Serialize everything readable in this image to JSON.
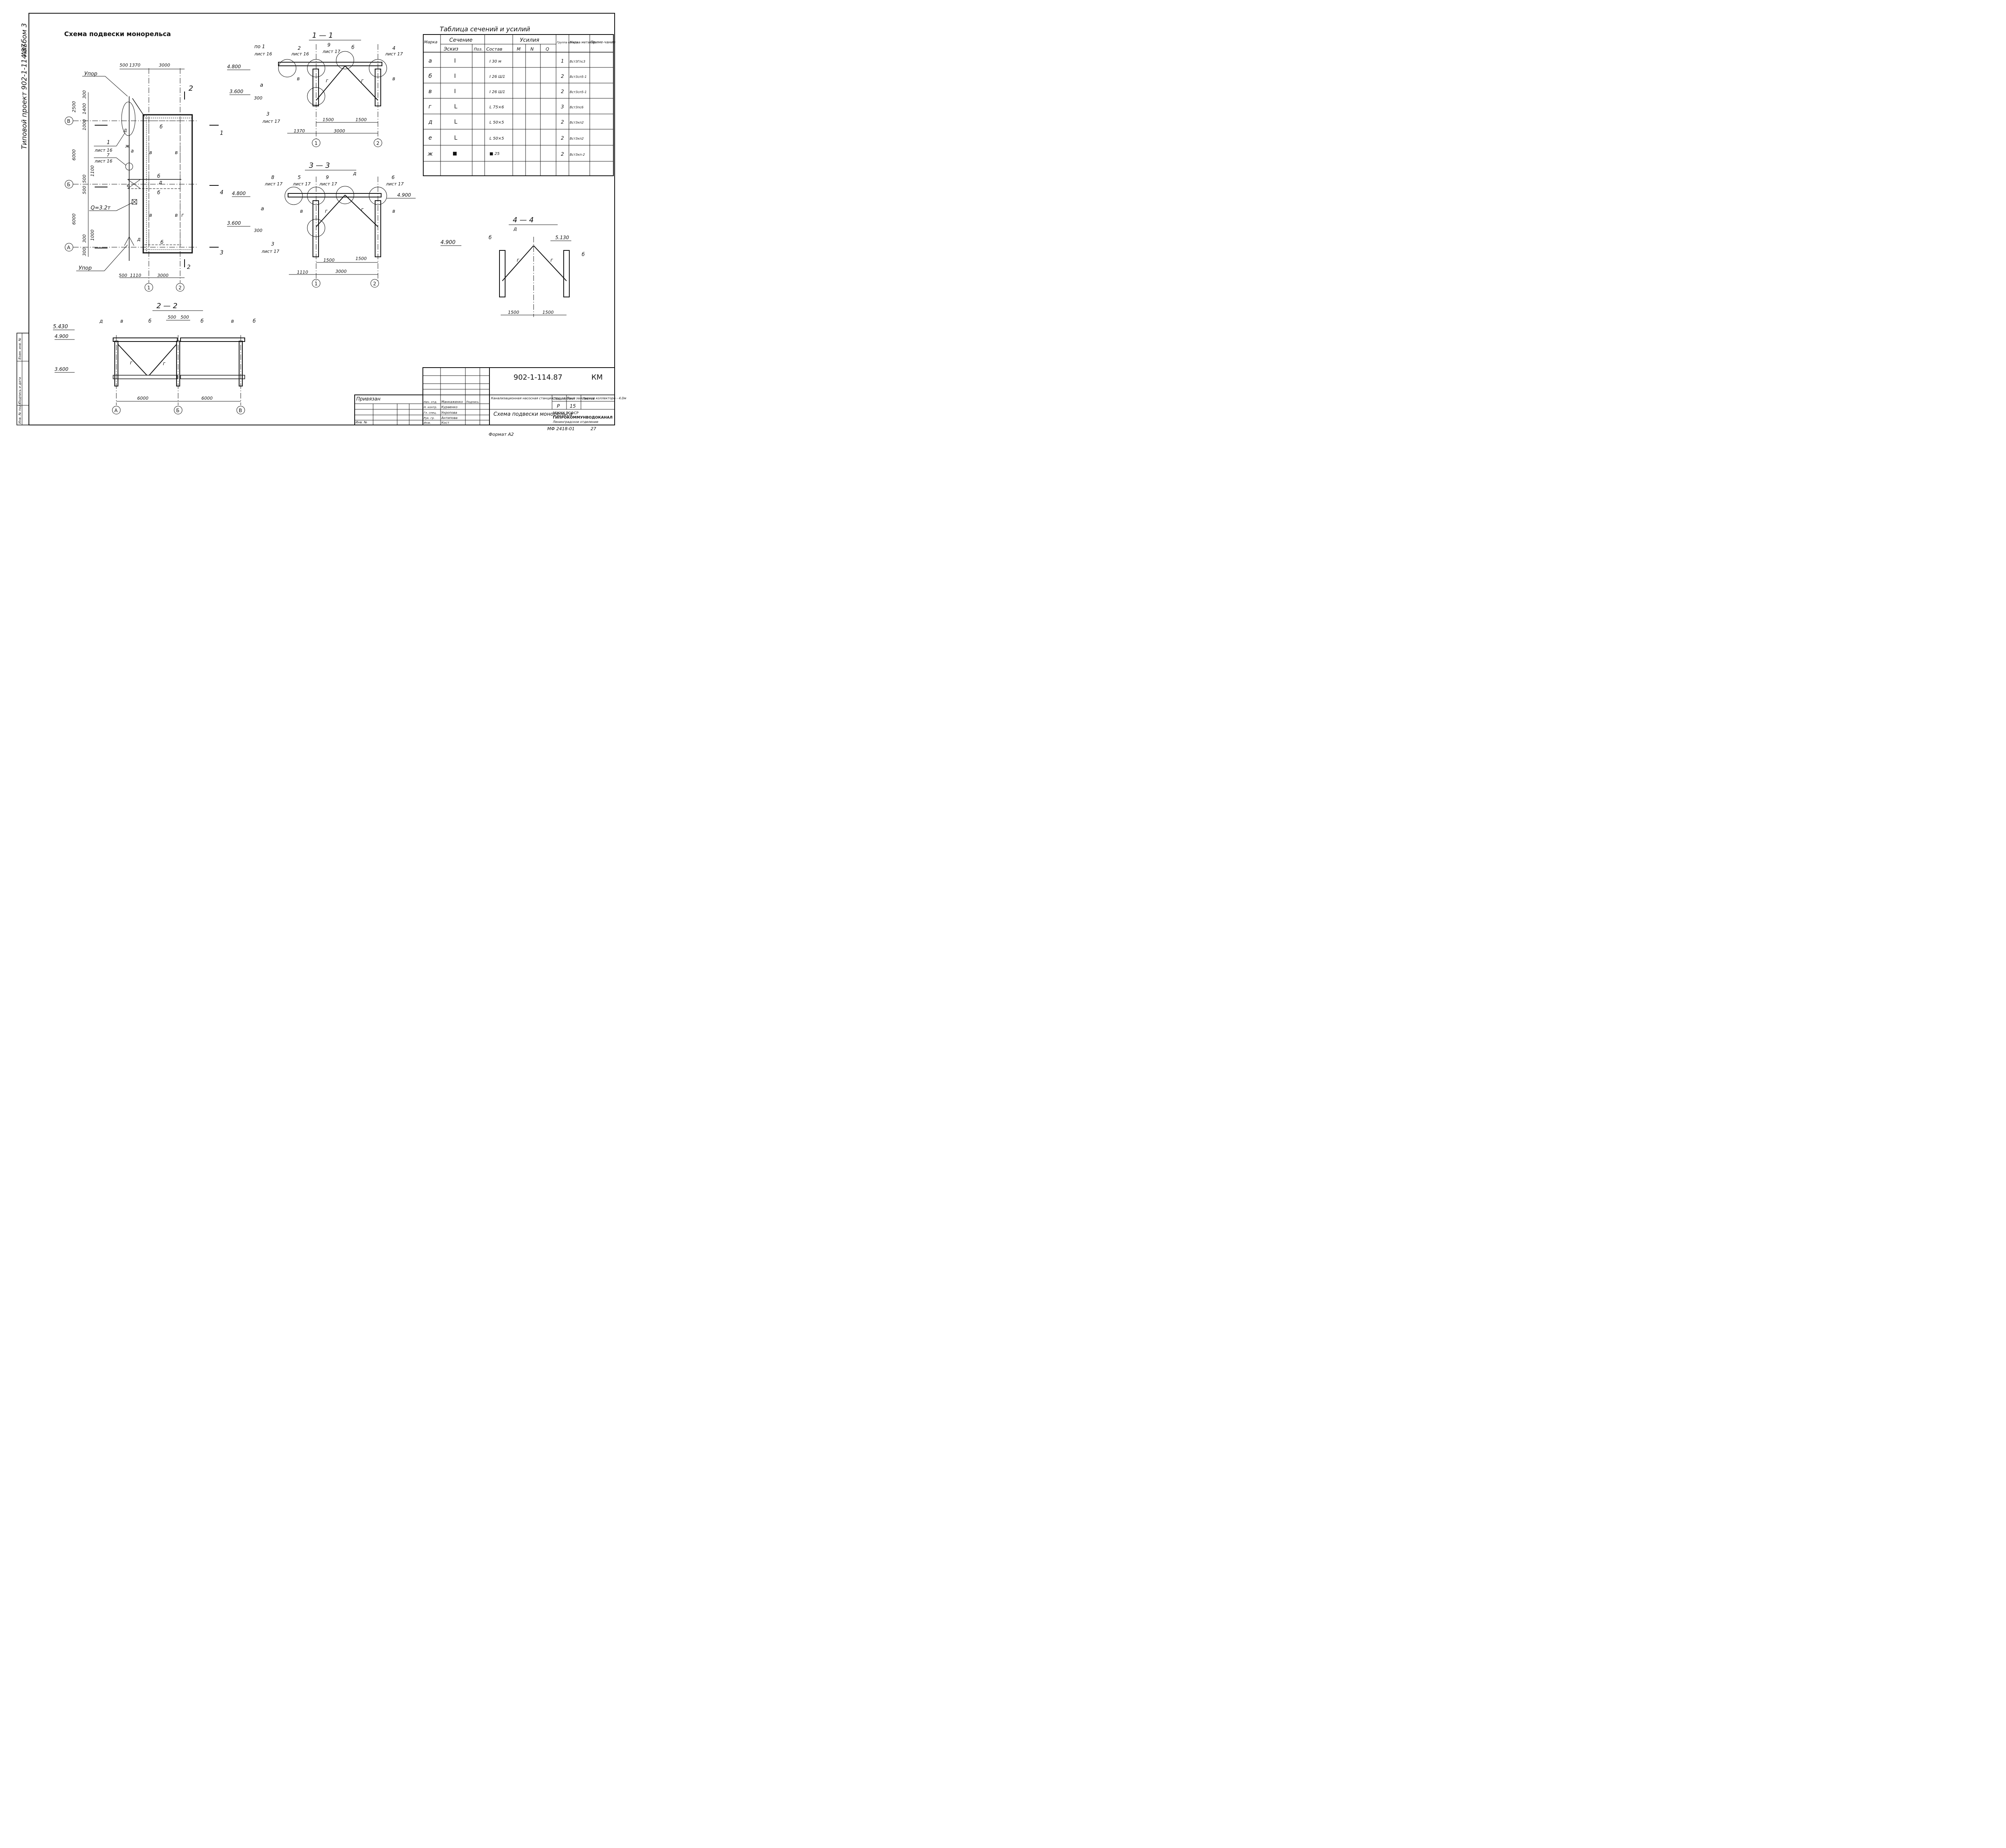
{
  "side": {
    "album": "Альбом 3",
    "project": "Типовой проект 902-1-114.87",
    "stamp_cells": [
      "Инв. № подл.",
      "Подпись и дата",
      "Взам. инв. №"
    ]
  },
  "scheme": {
    "title": "Схема подвески монорельса",
    "top_dims": [
      "500",
      "1370",
      "3000"
    ],
    "bottom_dims": [
      "500",
      "1110",
      "3000"
    ],
    "left_dims": [
      "2500",
      "300",
      "1400",
      "1000",
      "6000",
      "1100",
      "500",
      "500",
      "6000",
      "1000",
      "300",
      "300"
    ],
    "axes_rows": [
      "В",
      "Б",
      "А"
    ],
    "axes_cols": [
      "1",
      "2"
    ],
    "stop_label": "Упор",
    "stop_label_2": "Упор",
    "load": "Q=3.2т",
    "callout_1": "1",
    "callout_1_sheet": "лист 16",
    "callout_7": "7",
    "callout_7_sheet": "лист 16",
    "marks": [
      "а",
      "в",
      "в",
      "б",
      "д",
      "ж",
      "е",
      "б",
      "б",
      "в",
      "в",
      "д",
      "г",
      "б",
      "д"
    ],
    "section_marks": [
      "2",
      "1",
      "4",
      "3",
      "2"
    ]
  },
  "section_1": {
    "title": "1 — 1",
    "elev_1": "4.800",
    "elev_2": "3.600",
    "dim_300": "300",
    "callouts": [
      {
        "num": "по 1",
        "sheet": "лист 16"
      },
      {
        "num": "2",
        "sheet": "лист 16"
      },
      {
        "num": "9",
        "sheet": "лист 17"
      },
      {
        "num": "4",
        "sheet": "лист 17"
      },
      {
        "num": "3",
        "sheet": "лист 17"
      }
    ],
    "marks": [
      "б",
      "а",
      "в",
      "г",
      "г",
      "в"
    ],
    "dims_top": [
      "1500",
      "1500"
    ],
    "dims_bottom": [
      "1370",
      "3000"
    ],
    "axes": [
      "1",
      "2"
    ]
  },
  "section_3": {
    "title": "3 — 3",
    "elev_1": "4.800",
    "elev_2": "3.600",
    "elev_3": "4.900",
    "dim_300": "300",
    "callouts": [
      {
        "num": "8",
        "sheet": "лист 17"
      },
      {
        "num": "5",
        "sheet": "лист 17"
      },
      {
        "num": "9",
        "sheet": "лист 17"
      },
      {
        "num": "6",
        "sheet": "лист 17"
      },
      {
        "num": "3",
        "sheet": "лист 17"
      }
    ],
    "marks": [
      "д",
      "а",
      "в",
      "г",
      "г",
      "в"
    ],
    "dims_top": [
      "1500",
      "1500"
    ],
    "dims_bottom": [
      "1110",
      "3000"
    ],
    "axes": [
      "1",
      "2"
    ]
  },
  "section_4": {
    "title": "4 — 4",
    "elev_1": "4.900",
    "elev_2": "5.130",
    "marks": [
      "б",
      "д",
      "б",
      "г",
      "г"
    ],
    "dims": [
      "1500",
      "1500"
    ]
  },
  "section_2": {
    "title": "2 — 2",
    "elevs": [
      "5.430",
      "4.900",
      "3.600"
    ],
    "top_dims": [
      "500",
      "500"
    ],
    "marks_top": [
      "д",
      "в",
      "б",
      "б",
      "в",
      "б"
    ],
    "marks_brace": [
      "г",
      "г"
    ],
    "dims": [
      "6000",
      "6000"
    ],
    "axes": [
      "А",
      "Б",
      "В"
    ]
  },
  "table": {
    "title": "Таблица сечений и усилий",
    "header": {
      "mark": "Марка",
      "section": "Сечение",
      "sketch": "Эскиз",
      "pos": "Поз.",
      "comp": "Состав",
      "forces": "Усилия",
      "m": "М",
      "n": "N",
      "q": "Q",
      "group": "Группа констр.",
      "steel": "Марка металла",
      "note": "Приме-чание"
    },
    "rows": [
      {
        "mark": "а",
        "sketch": "I",
        "comp": "I 30 м",
        "group": "1",
        "steel": "Вст3Гпс3"
      },
      {
        "mark": "б",
        "sketch": "I",
        "comp": "I 26 Ш1",
        "group": "2",
        "steel": "Вст3сп5-1"
      },
      {
        "mark": "в",
        "sketch": "I",
        "comp": "I 26 Ш1",
        "group": "2",
        "steel": "Вст3сп5-1"
      },
      {
        "mark": "г",
        "sketch": "L",
        "comp": "L 75×6",
        "group": "3",
        "steel": "Вст3пс6"
      },
      {
        "mark": "д",
        "sketch": "L",
        "comp": "L 50×5",
        "group": "2",
        "steel": "Вст3кп2"
      },
      {
        "mark": "е",
        "sketch": "L",
        "comp": "L 50×5",
        "group": "2",
        "steel": "Вст3кп2"
      },
      {
        "mark": "ж",
        "sketch": "■",
        "comp": "■ 25",
        "group": "2",
        "steel": "Вст3кп-2"
      }
    ]
  },
  "title_block": {
    "code": "902-1-114.87",
    "mark": "КМ",
    "attached": "Привязан",
    "inv": "Инв. №",
    "project_name": "Канализационная насосная станция при глубине заложения коллектора - 4.0м",
    "sheet_name": "Схема подвески монорельса",
    "stage_h": "Стадия",
    "sheet_h": "Лист",
    "sheets_h": "Листов",
    "stage": "Р",
    "sheet": "15",
    "org_1": "МЖКХ        РСФСР",
    "org_2": "ГИПРОКОММУНВОДОКАНАЛ",
    "org_3": "Ленинградское отделение",
    "roles": [
      {
        "role": "Нач. отд.",
        "name": "Манкаженко"
      },
      {
        "role": "Н. контр.",
        "name": "Кураенко"
      },
      {
        "role": "Гл. спец.",
        "name": "Укропова"
      },
      {
        "role": "Рук. гр.",
        "name": "Антипова"
      },
      {
        "role": "Инж.",
        "name": "Кост"
      }
    ],
    "sign_h": "Подпись",
    "footer_code": "МФ 2418-01",
    "footer_num": "27",
    "format": "Формат А2"
  }
}
